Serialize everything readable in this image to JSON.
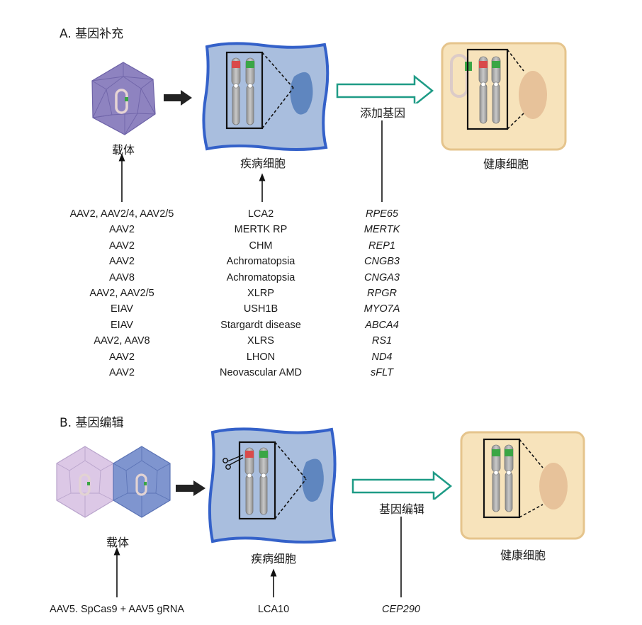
{
  "section_a": {
    "title": "A. 基因补充",
    "vector_label": "载体",
    "diseased_label": "疾病细胞",
    "process_label": "添加基因",
    "healthy_label": "健康细胞",
    "table": [
      {
        "vector": "AAV2, AAV2/4, AAV2/5",
        "disease": "LCA2",
        "gene": "RPE65"
      },
      {
        "vector": "AAV2",
        "disease": "MERTK RP",
        "gene": "MERTK"
      },
      {
        "vector": "AAV2",
        "disease": "CHM",
        "gene": "REP1"
      },
      {
        "vector": "AAV2",
        "disease": "Achromatopsia",
        "gene": "CNGB3"
      },
      {
        "vector": "AAV8",
        "disease": "Achromatopsia",
        "gene": "CNGA3"
      },
      {
        "vector": "AAV2, AAV2/5",
        "disease": "XLRP",
        "gene": "RPGR"
      },
      {
        "vector": "EIAV",
        "disease": "USH1B",
        "gene": "MYO7A"
      },
      {
        "vector": "EIAV",
        "disease": "Stargardt disease",
        "gene": "ABCA4"
      },
      {
        "vector": "AAV2, AAV8",
        "disease": "XLRS",
        "gene": "RS1"
      },
      {
        "vector": "AAV2",
        "disease": "LHON",
        "gene": "ND4"
      },
      {
        "vector": "AAV2",
        "disease": "Neovascular AMD",
        "gene": "sFLT"
      }
    ]
  },
  "section_b": {
    "title": "B. 基因编辑",
    "vector_label": "载体",
    "diseased_label": "疾病细胞",
    "process_label": "基因编辑",
    "healthy_label": "健康细胞",
    "vector_text": "AAV5. SpCas9 + AAV5 gRNA",
    "disease_text": "LCA10",
    "gene_text": "CEP290"
  },
  "colors": {
    "capsid_purple": "#8e83c0",
    "capsid_light": "#dcc8e6",
    "capsid_blue": "#7f95cf",
    "diseased_cell": "#a9bede",
    "diseased_border": "#3461c9",
    "nucleus_diseased": "#5f86bf",
    "healthy_cell": "#f7e3bb",
    "healthy_border": "#e5c48c",
    "nucleus_healthy": "#e7c29a",
    "teal_arrow": "#1e9b86",
    "mutant_gene": "#d94a4a",
    "normal_gene": "#3aa645"
  }
}
